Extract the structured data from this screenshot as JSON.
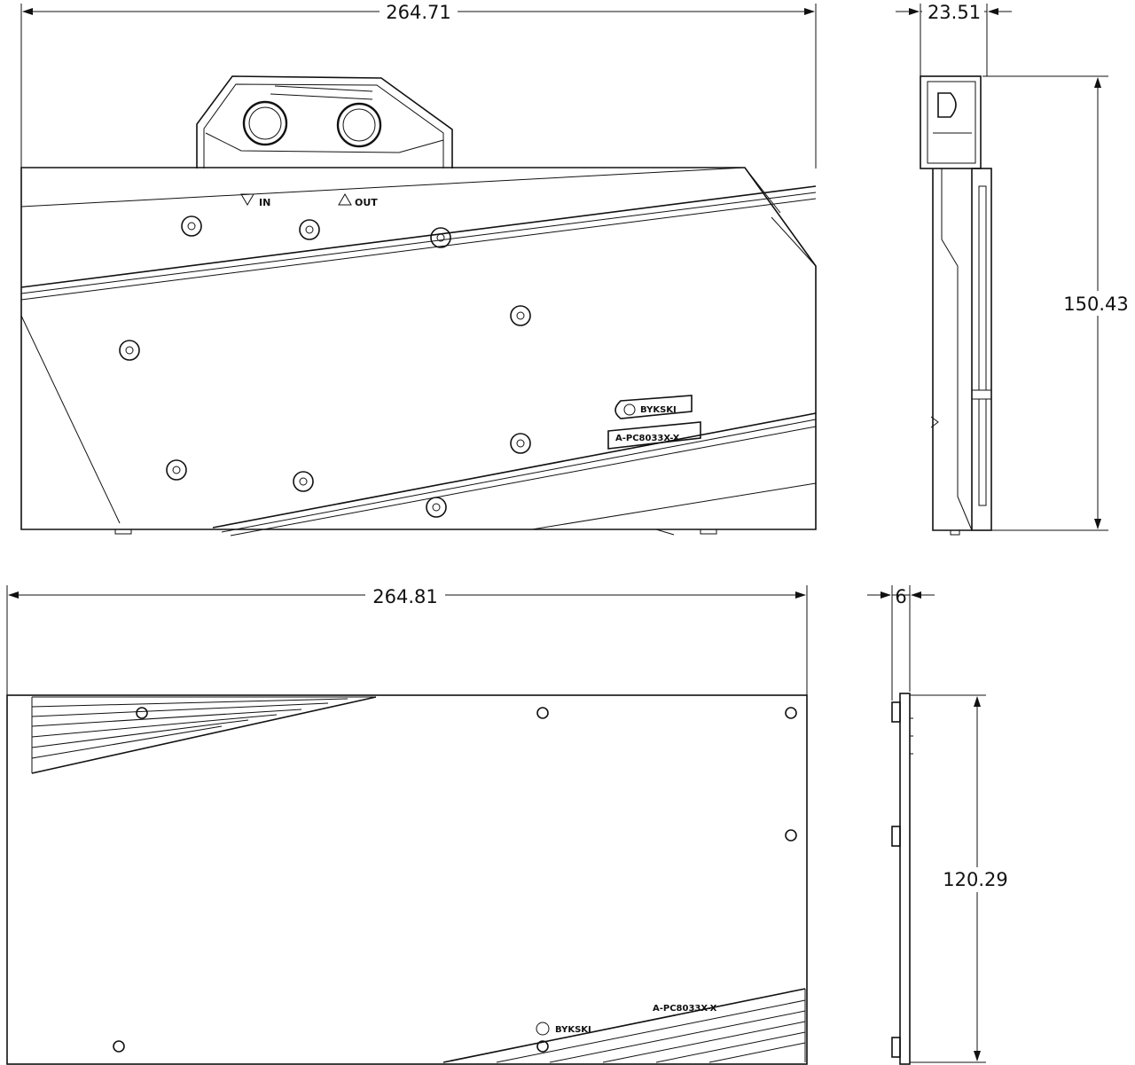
{
  "drawing": {
    "front_view": {
      "width_dimension": "264.71",
      "port_labels": {
        "inlet": "IN",
        "outlet": "OUT"
      },
      "brand_badge": "BYKSKI",
      "model_label": "A-PC8033X-X"
    },
    "side_view": {
      "thickness_dimension": "23.51",
      "height_dimension": "150.43"
    },
    "backplate_view": {
      "width_dimension": "264.81",
      "brand_badge": "BYKSKI",
      "model_label": "A-PC8033X-X"
    },
    "backplate_side_view": {
      "thickness_dimension": "6",
      "height_dimension": "120.29"
    }
  }
}
